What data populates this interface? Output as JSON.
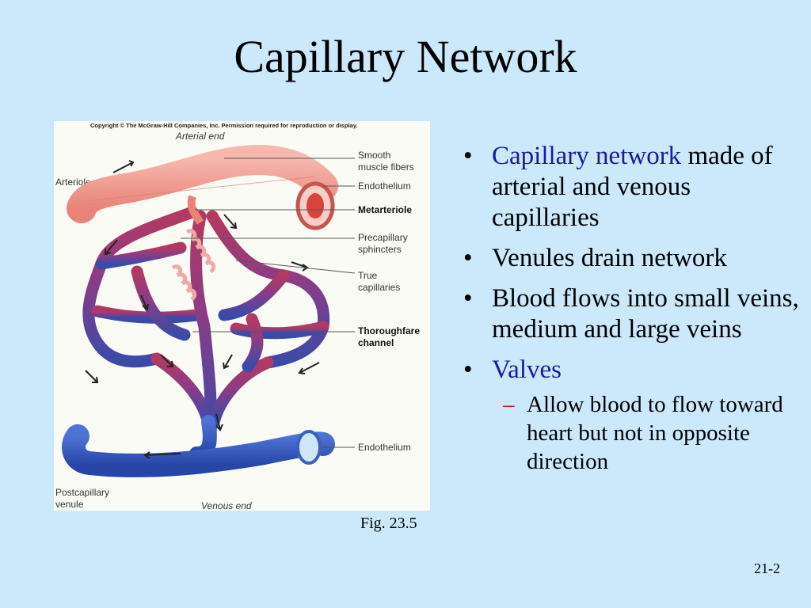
{
  "slide": {
    "title": "Capillary Network",
    "page_number": "21-2",
    "colors": {
      "background": "#cce8fb",
      "accent": "#1a1aa0",
      "dash": "#cc1a1a"
    }
  },
  "figure": {
    "copyright": "Copyright © The McGraw-Hill Companies, Inc. Permission required for reproduction or display.",
    "caption": "Fig. 23.5",
    "labels": {
      "arterial_end": "Arterial end",
      "arteriole": "Arteriole",
      "smooth_muscle_1": "Smooth",
      "smooth_muscle_2": "muscle fibers",
      "endothelium_top": "Endothelium",
      "metarteriole": "Metarteriole",
      "precapillary_1": "Precapillary",
      "precapillary_2": "sphincters",
      "true_cap_1": "True",
      "true_cap_2": "capillaries",
      "thoroughfare_1": "Thoroughfare",
      "thoroughfare_2": "channel",
      "endothelium_bottom": "Endothelium",
      "postcapillary_1": "Postcapillary",
      "postcapillary_2": "venule",
      "venous_end": "Venous end"
    }
  },
  "bullets": [
    {
      "highlight": "Capillary network",
      "rest": " made of arterial and venous capillaries"
    },
    {
      "highlight": "",
      "rest": "Venules drain network"
    },
    {
      "highlight": "",
      "rest": "Blood flows into small veins, medium and large veins"
    },
    {
      "highlight": "Valves",
      "rest": "",
      "sub": [
        "Allow blood to flow toward heart but not in opposite direction"
      ]
    }
  ]
}
